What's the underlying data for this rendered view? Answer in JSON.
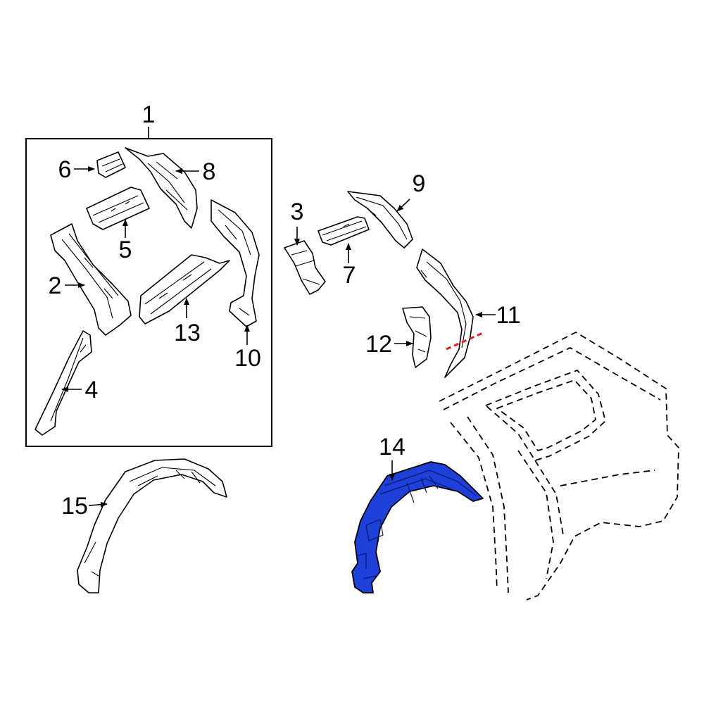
{
  "callouts": {
    "c1": "1",
    "c2": "2",
    "c3": "3",
    "c4": "4",
    "c5": "5",
    "c6": "6",
    "c7": "7",
    "c8": "8",
    "c9": "9",
    "c10": "10",
    "c11": "11",
    "c12": "12",
    "c13": "13",
    "c14": "14",
    "c15": "15"
  },
  "colors": {
    "highlight": "#1e3fd8",
    "cut_line": "#e02020",
    "line": "#000000"
  },
  "highlighted_part": "14"
}
